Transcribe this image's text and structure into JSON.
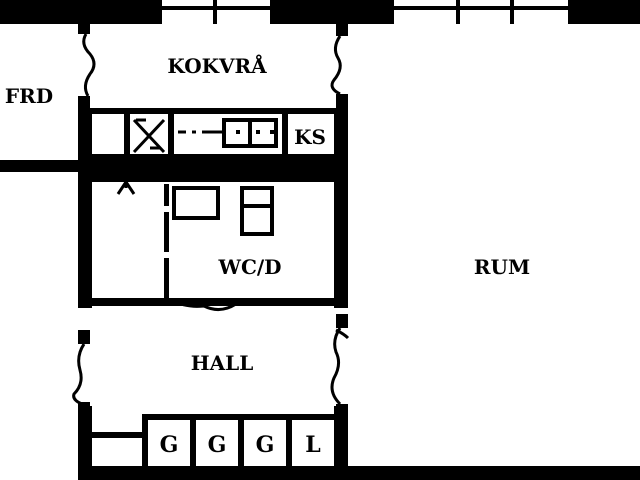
{
  "rooms": {
    "kokvra": "KOKVRÅ",
    "frd": "FRD",
    "ks": "KS",
    "wc_d": "WC/D",
    "rum": "RUM",
    "hall": "HALL"
  },
  "closets": [
    "G",
    "G",
    "G",
    "L"
  ],
  "colors": {
    "wall": "#000000",
    "background": "#ffffff"
  }
}
